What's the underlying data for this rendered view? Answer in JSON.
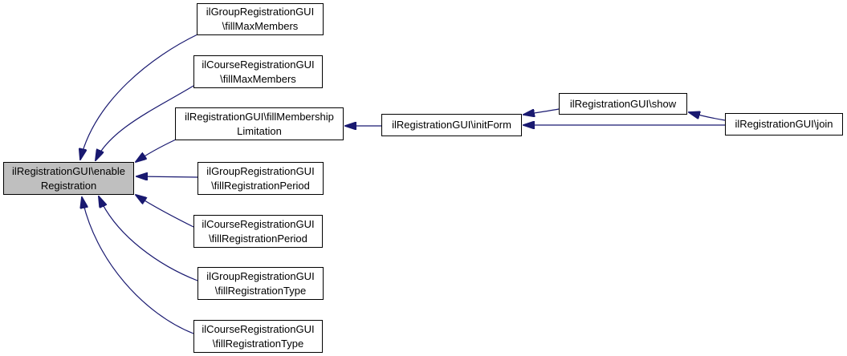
{
  "diagram": {
    "kind": "caller-graph",
    "colors": {
      "edge": "#191970",
      "node_fill": "#ffffff",
      "node_border": "#000000",
      "highlight_fill": "#bfbfbf",
      "background": "#ffffff",
      "text": "#000000"
    }
  },
  "nodes": [
    {
      "id": "enable-registration",
      "label": "ilRegistrationGUI\\enable\nRegistration",
      "highlighted": true
    },
    {
      "id": "group-fill-max-members",
      "label": "ilGroupRegistrationGUI\n\\fillMaxMembers",
      "highlighted": false
    },
    {
      "id": "course-fill-max-members",
      "label": "ilCourseRegistrationGUI\n\\fillMaxMembers",
      "highlighted": false
    },
    {
      "id": "fill-membership-limitation",
      "label": "ilRegistrationGUI\\fillMembership\nLimitation",
      "highlighted": false
    },
    {
      "id": "group-fill-registration-period",
      "label": "ilGroupRegistrationGUI\n\\fillRegistrationPeriod",
      "highlighted": false
    },
    {
      "id": "course-fill-registration-period",
      "label": "ilCourseRegistrationGUI\n\\fillRegistrationPeriod",
      "highlighted": false
    },
    {
      "id": "group-fill-registration-type",
      "label": "ilGroupRegistrationGUI\n\\fillRegistrationType",
      "highlighted": false
    },
    {
      "id": "course-fill-registration-type",
      "label": "ilCourseRegistrationGUI\n\\fillRegistrationType",
      "highlighted": false
    },
    {
      "id": "init-form",
      "label": "ilRegistrationGUI\\initForm",
      "highlighted": false
    },
    {
      "id": "show",
      "label": "ilRegistrationGUI\\show",
      "highlighted": false
    },
    {
      "id": "join",
      "label": "ilRegistrationGUI\\join",
      "highlighted": false
    }
  ],
  "edges": [
    {
      "from": "group-fill-max-members",
      "to": "enable-registration"
    },
    {
      "from": "course-fill-max-members",
      "to": "enable-registration"
    },
    {
      "from": "fill-membership-limitation",
      "to": "enable-registration"
    },
    {
      "from": "group-fill-registration-period",
      "to": "enable-registration"
    },
    {
      "from": "course-fill-registration-period",
      "to": "enable-registration"
    },
    {
      "from": "group-fill-registration-type",
      "to": "enable-registration"
    },
    {
      "from": "course-fill-registration-type",
      "to": "enable-registration"
    },
    {
      "from": "init-form",
      "to": "fill-membership-limitation"
    },
    {
      "from": "show",
      "to": "init-form"
    },
    {
      "from": "join",
      "to": "init-form"
    },
    {
      "from": "join",
      "to": "show"
    }
  ]
}
